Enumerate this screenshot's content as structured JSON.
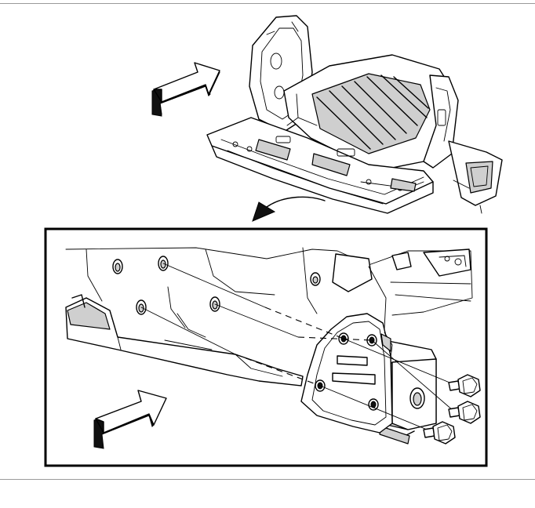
{
  "figure": {
    "upper_view": "vehicle-rear-underbody-isometric",
    "lower_view": "rear-hitch-bracket-bolt-detail",
    "direction_arrow_icon": "forward-arrow-icon",
    "callout_arrow_icon": "curved-callout-arrow-icon",
    "fastener_count": 3
  },
  "colors": {
    "line": "#000000",
    "shade": "#cfcfcf",
    "frame": "#000000",
    "rule": "#9a9a9a"
  }
}
